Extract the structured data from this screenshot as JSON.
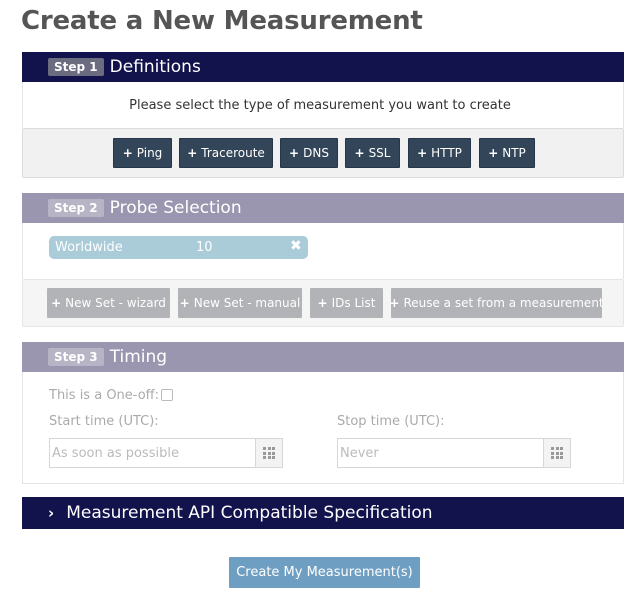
{
  "page": {
    "title": "Create a New Measurement"
  },
  "step1": {
    "badge": "Step 1",
    "title": "Definitions",
    "instruction": "Please select the type of measurement you want to create",
    "buttons": [
      "Ping",
      "Traceroute",
      "DNS",
      "SSL",
      "HTTP",
      "NTP"
    ]
  },
  "step2": {
    "badge": "Step 2",
    "title": "Probe Selection",
    "probe_set": {
      "name": "Worldwide",
      "count": "10",
      "remove": "✖"
    },
    "buttons": [
      "New Set - wizard",
      "New Set - manual",
      "IDs List",
      "Reuse a set from a measurement"
    ]
  },
  "step3": {
    "badge": "Step 3",
    "title": "Timing",
    "oneoff_label": "This is a One-off:",
    "start_label": "Start time (UTC):",
    "start_placeholder": "As soon as possible",
    "stop_label": "Stop time (UTC):",
    "stop_placeholder": "Never"
  },
  "api": {
    "chevron": "›",
    "label": "Measurement API Compatible Specification"
  },
  "submit": {
    "label": "Create My Measurement(s)"
  },
  "colors": {
    "dark_header": "#12124d",
    "muted_header": "#9a96b0",
    "button_dark": "#334559",
    "button_gray": "#b1b3b6",
    "submit": "#6f9ec3",
    "chip": "#aacbd8"
  },
  "icons": {
    "plus": "+",
    "calendar": "calendar-icon"
  }
}
